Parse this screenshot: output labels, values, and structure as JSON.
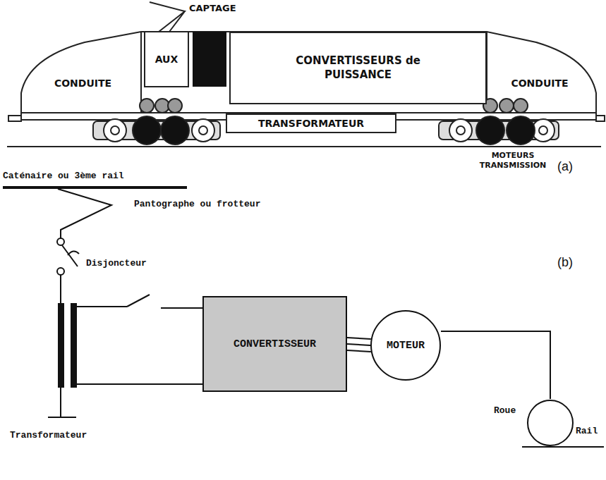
{
  "diagram": {
    "nodes": [
      {
        "text": [
          "CONDUITE"
        ]
      },
      {
        "text": [
          "AUX"
        ]
      },
      {
        "text": [
          "CONVERTISSEURS de PUISSANCE"
        ]
      },
      {
        "text": [
          "TRANSFORMATEUR"
        ]
      },
      {
        "text": [
          "CONDUITE"
        ]
      },
      {
        "text": [
          "CONVERTISSEUR"
        ]
      },
      {
        "text": [
          "MOTEUR"
        ]
      }
    ],
    "edges": [
      {
        "from": 5,
        "to": 6,
        "arrow": "none"
      }
    ],
    "labels": [
      "CAPTAGE",
      "MOTEURS TRANSMISSION",
      "(a)",
      "Caténaire ou 3ème rail",
      "Pantographe ou frotteur",
      "Disjoncteur",
      "Transformateur",
      "(b)",
      "Roue",
      "Rail"
    ]
  }
}
